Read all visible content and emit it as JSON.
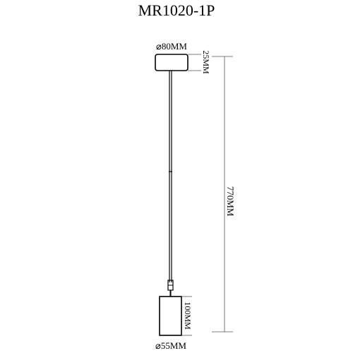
{
  "title": "MR1020-1P",
  "dimensions": {
    "canopy_diameter": "⌀80MM",
    "canopy_height": "25MM",
    "total_height": "770MM",
    "shade_height": "100MM",
    "shade_diameter": "⌀55MM"
  },
  "colors": {
    "line": "#000000",
    "dimension_line": "#555555",
    "background": "#ffffff"
  }
}
